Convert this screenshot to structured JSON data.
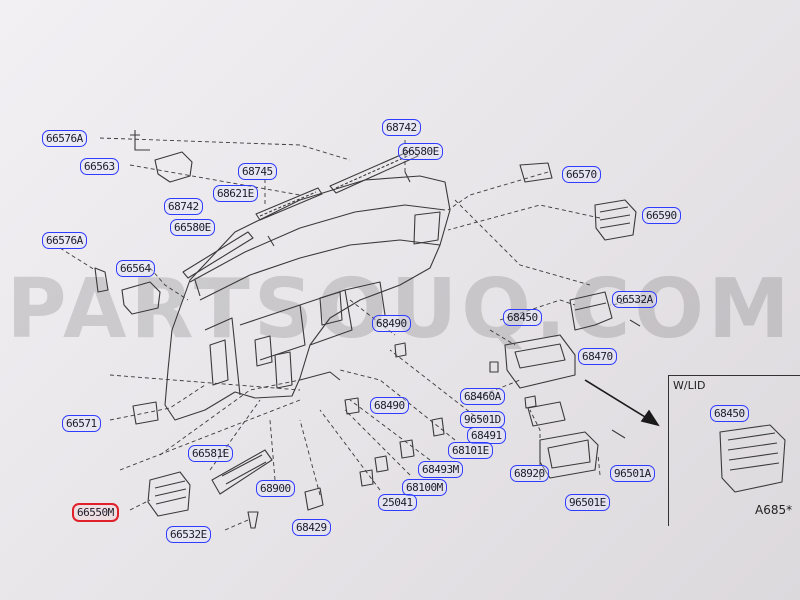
{
  "watermark": "PARTSOUQ.COM",
  "inset_title": "W/LID",
  "diagram_code": "A685*",
  "selected_part": "66550M",
  "callouts": [
    {
      "id": "c1",
      "text": "66576A"
    },
    {
      "id": "c2",
      "text": "66563"
    },
    {
      "id": "c3",
      "text": "68742"
    },
    {
      "id": "c4",
      "text": "66580E"
    },
    {
      "id": "c5",
      "text": "68745"
    },
    {
      "id": "c6",
      "text": "68621E"
    },
    {
      "id": "c7",
      "text": "68742"
    },
    {
      "id": "c8",
      "text": "66580E"
    },
    {
      "id": "c9",
      "text": "66570"
    },
    {
      "id": "c10",
      "text": "66590"
    },
    {
      "id": "c11",
      "text": "66576A"
    },
    {
      "id": "c12",
      "text": "66564"
    },
    {
      "id": "c13",
      "text": "68450"
    },
    {
      "id": "c14",
      "text": "66532A"
    },
    {
      "id": "c15",
      "text": "68490"
    },
    {
      "id": "c16",
      "text": "68470"
    },
    {
      "id": "c17",
      "text": "68460A"
    },
    {
      "id": "c18",
      "text": "66571"
    },
    {
      "id": "c19",
      "text": "68490"
    },
    {
      "id": "c20",
      "text": "96501D"
    },
    {
      "id": "c21",
      "text": "68491"
    },
    {
      "id": "c22",
      "text": "68101E"
    },
    {
      "id": "c23",
      "text": "66581E"
    },
    {
      "id": "c24",
      "text": "68493M"
    },
    {
      "id": "c25",
      "text": "68920"
    },
    {
      "id": "c26",
      "text": "96501A"
    },
    {
      "id": "c27",
      "text": "68100M"
    },
    {
      "id": "c28",
      "text": "68900"
    },
    {
      "id": "c29",
      "text": "25041"
    },
    {
      "id": "c30",
      "text": "96501E"
    },
    {
      "id": "c31",
      "text": "66550M"
    },
    {
      "id": "c32",
      "text": "66532E"
    },
    {
      "id": "c33",
      "text": "68429"
    },
    {
      "id": "c34",
      "text": "68450"
    }
  ]
}
